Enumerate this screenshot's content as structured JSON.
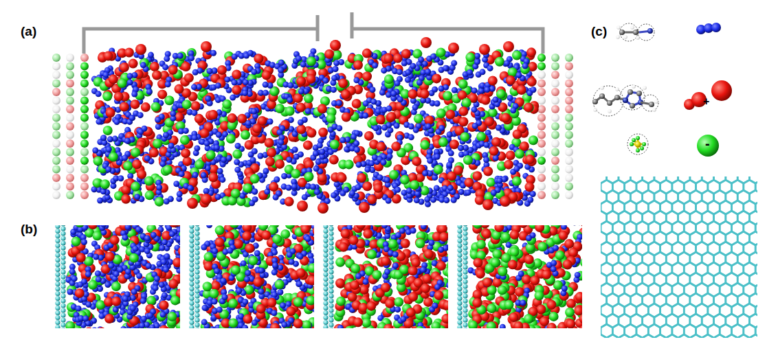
{
  "diagram": {
    "labels": [
      "(a)",
      "(b)",
      "(c)",
      "+",
      "-"
    ]
  }
}
